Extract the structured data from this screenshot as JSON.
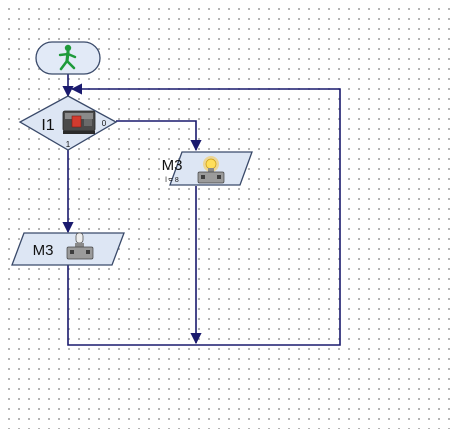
{
  "colors": {
    "wire": "#1a1a6e",
    "block_fill": "#dde6f4",
    "block_stroke": "#3a4a6a",
    "start_fill": "#e2eaf7",
    "start_icon": "#1e9a3a",
    "port_value": "#22bb22"
  },
  "start": {
    "icon": "walking-person-icon"
  },
  "branch": {
    "input_label": "I1",
    "sensor_icon": "push-button-sensor-icon",
    "true_port": "1",
    "false_port": "0"
  },
  "output_left": {
    "label": "M3",
    "icon": "lamp-off-icon"
  },
  "output_right": {
    "label": "M3",
    "sub_label": "l = 8",
    "icon": "lamp-on-icon"
  }
}
